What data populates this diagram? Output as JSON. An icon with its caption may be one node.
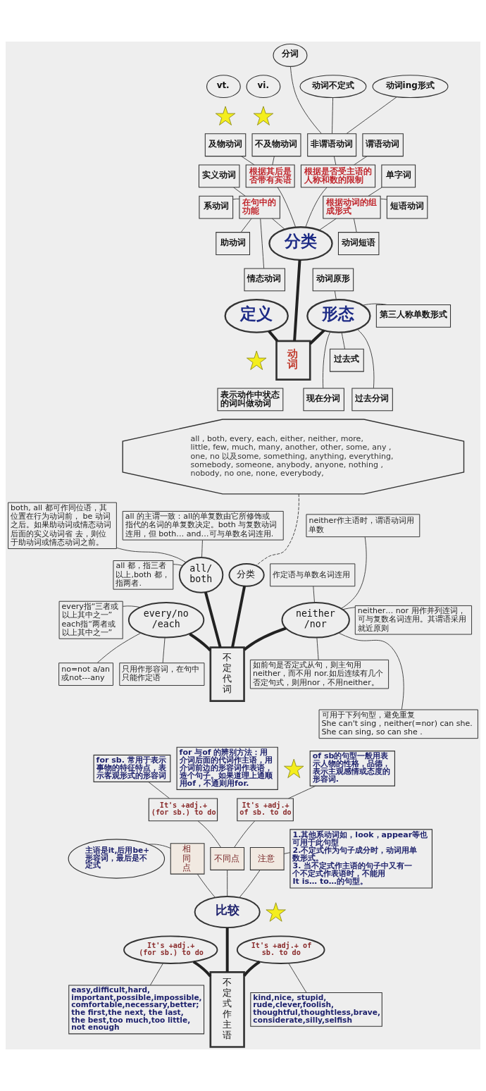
{
  "diagram": {
    "nodes": [
      {
        "text": [
          "分词"
        ]
      },
      {
        "text": [
          "动词不定式"
        ]
      },
      {
        "text": [
          "动词ing形式"
        ]
      },
      {
        "text": [
          "vt."
        ]
      },
      {
        "text": [
          "vi."
        ]
      },
      {
        "text": [],
        "shape": "star"
      },
      {
        "text": [],
        "shape": "star"
      },
      {
        "text": [
          "及物动词"
        ]
      },
      {
        "text": [
          "不及物动词"
        ]
      },
      {
        "text": [
          "非谓语动词"
        ]
      },
      {
        "text": [
          "谓语动词"
        ]
      },
      {
        "text": [
          "实义动词"
        ]
      },
      {
        "text": [
          "根据其后是否带有宾语"
        ]
      },
      {
        "text": [
          "根据是否受主语的人称和数的限制"
        ]
      },
      {
        "text": [
          "单字词"
        ]
      },
      {
        "text": [
          "系动词"
        ]
      },
      {
        "text": [
          "在句中的功能"
        ]
      },
      {
        "text": [
          "根据动词的组成形式"
        ]
      },
      {
        "text": [
          "短语动词"
        ]
      },
      {
        "text": [
          "助动词"
        ]
      },
      {
        "text": [
          "分类"
        ]
      },
      {
        "text": [
          "动词短语"
        ]
      },
      {
        "text": [
          "情态动词"
        ]
      },
      {
        "text": [
          "动词原形"
        ]
      },
      {
        "text": [
          "定义"
        ]
      },
      {
        "text": [
          "形态"
        ]
      },
      {
        "text": [
          "第三人称单数形式"
        ]
      },
      {
        "text": [],
        "shape": "star"
      },
      {
        "text": [
          "表示动作中状态的词叫做动词"
        ]
      },
      {
        "text": [
          "过去式"
        ]
      },
      {
        "text": [
          "现在分词"
        ]
      },
      {
        "text": [
          "过去分词"
        ]
      },
      {
        "text": [
          "动词"
        ]
      },
      {
        "text": [
          "all , both, every, each, either, neither, more, little, few, much, many, another, other, some, any , one, no 以及some, something, anything, everything, somebody, someone, anybody, anyone, nothing , nobody, no one, none, everybody,"
        ]
      },
      {
        "text": [
          "both, all 都可作同位语，其位置在行为动词前， be 动词之后。如果助动词或情态动词后面的实义动词省 去，则位于助动词或情态动词之前。"
        ]
      },
      {
        "text": [
          "all 的主谓一致：all的单复数由它所修饰或指代的名词的单复数决定。both 与复数动词连用，但 both… and…可与单数名词连用."
        ]
      },
      {
        "text": [
          "neither作主语时，谓语动词用单数"
        ]
      },
      {
        "text": [
          "all 都，指三者以上,both 都，指两者."
        ]
      },
      {
        "text": [
          "all/ both"
        ]
      },
      {
        "text": [
          "分类"
        ]
      },
      {
        "text": [
          "作定语与单数名词连用"
        ]
      },
      {
        "text": [
          "every指“三者或以上其中之一”",
          "each指“两者或以上其中之一”"
        ]
      },
      {
        "text": [
          "every/no /each"
        ]
      },
      {
        "text": [
          "neither /nor"
        ]
      },
      {
        "text": [
          "neither… nor 用作并列连词，可与复数名词连用。其谓语采用就近原则"
        ]
      },
      {
        "text": [
          "如前句是否定式从句，则主句用neither，而不用 nor.如后连续有几个否定句式，则用nor，不用neither。"
        ]
      },
      {
        "text": [
          "no=not a/an 或not---any"
        ]
      },
      {
        "text": [
          "只用作形容词，在句中只能作定语"
        ]
      },
      {
        "text": [
          "不定代词"
        ]
      },
      {
        "text": [
          "可用于下列句型，避免重复",
          "She can't sing，neither(=nor) can she.",
          "She can sing, so can she ."
        ]
      },
      {
        "text": [
          "for sb. 常用于表示事物的特征特点，表示客观形式的形容词"
        ]
      },
      {
        "text": [
          "for 与of 的辨别方法：用介词后面的代词作主语，用介词前边的形容词作表语，造个句子。如果道理上通顺用of，不通则用for."
        ]
      },
      {
        "text": [],
        "shape": "star"
      },
      {
        "text": [
          "of sb的句型一般用表示人物的性格，品德，表示主观感情或态度的形容词."
        ]
      },
      {
        "text": [
          "It's +adj.+ (for sb.) to do"
        ]
      },
      {
        "text": [
          "It's +adj.+ of sb. to do"
        ]
      },
      {
        "text": [
          "主语是it,后用be+形容词，最后是不定式"
        ]
      },
      {
        "text": [
          "相同点"
        ]
      },
      {
        "text": [
          "不同点"
        ]
      },
      {
        "text": [
          "注意"
        ]
      },
      {
        "text": [
          "1.其他系动词如，look，appear等也可用于此句型",
          "2.不定式作为句子成分时，动词用单数形式。",
          "3. 当不定式作主语的句子中又有一个不定式作表语时，不能用It is… to…的句型。"
        ]
      },
      {
        "text": [],
        "shape": "star"
      },
      {
        "text": [
          "比较"
        ]
      },
      {
        "text": [
          "It's +adj.+ (for sb.) to do"
        ]
      },
      {
        "text": [
          "It's +adj.+ of sb. to do"
        ]
      },
      {
        "text": [
          "easy,difficult,hard, important,possible,impossible, comfortable,necessary,better; the first,the next, the last, the best,too much,too little, not enough"
        ]
      },
      {
        "text": [
          "kind,nice, stupid, rude,clever,foolish, thoughtful,thoughtless,brave, considerate,silly,selfish"
        ]
      },
      {
        "text": [
          "不定式作主语"
        ]
      }
    ],
    "edges": [
      {
        "from": 0,
        "to": 9,
        "arrow": "none"
      },
      {
        "from": 1,
        "to": 9,
        "arrow": "none"
      },
      {
        "from": 2,
        "to": 9,
        "arrow": "none"
      },
      {
        "from": 7,
        "to": 12,
        "arrow": "none"
      },
      {
        "from": 8,
        "to": 12,
        "arrow": "none"
      },
      {
        "from": 9,
        "to": 13,
        "arrow": "none"
      },
      {
        "from": 10,
        "to": 13,
        "arrow": "none"
      },
      {
        "from": 11,
        "to": 16,
        "arrow": "none"
      },
      {
        "from": 15,
        "to": 16,
        "arrow": "none"
      },
      {
        "from": 16,
        "to": 19,
        "arrow": "none"
      },
      {
        "from": 16,
        "to": 22,
        "arrow": "none"
      },
      {
        "from": 14,
        "to": 17,
        "arrow": "none"
      },
      {
        "from": 17,
        "to": 18,
        "arrow": "none"
      },
      {
        "from": 17,
        "to": 21,
        "arrow": "none"
      },
      {
        "from": 12,
        "to": 20,
        "arrow": "none"
      },
      {
        "from": 13,
        "to": 20,
        "arrow": "none"
      },
      {
        "from": 16,
        "to": 20,
        "arrow": "none"
      },
      {
        "from": 17,
        "to": 20,
        "arrow": "none"
      },
      {
        "from": 20,
        "to": 32,
        "arrow": "none",
        "style": "thick"
      },
      {
        "from": 24,
        "to": 32,
        "arrow": "none",
        "style": "thick"
      },
      {
        "from": 25,
        "to": 32,
        "arrow": "none",
        "style": "thick"
      },
      {
        "from": 23,
        "to": 25,
        "arrow": "none"
      },
      {
        "from": 25,
        "to": 26,
        "arrow": "none"
      },
      {
        "from": 25,
        "to": 29,
        "arrow": "none"
      },
      {
        "from": 25,
        "to": 30,
        "arrow": "none"
      },
      {
        "from": 25,
        "to": 31,
        "arrow": "none"
      },
      {
        "from": 33,
        "to": 39,
        "arrow": "none",
        "style": "dashed"
      },
      {
        "from": 34,
        "to": 38,
        "arrow": "none"
      },
      {
        "from": 35,
        "to": 38,
        "arrow": "none"
      },
      {
        "from": 37,
        "to": 38,
        "arrow": "none"
      },
      {
        "from": 36,
        "to": 43,
        "arrow": "none"
      },
      {
        "from": 40,
        "to": 43,
        "arrow": "none"
      },
      {
        "from": 43,
        "to": 44,
        "arrow": "none"
      },
      {
        "from": 43,
        "to": 45,
        "arrow": "none"
      },
      {
        "from": 43,
        "to": 49,
        "arrow": "none"
      },
      {
        "from": 41,
        "to": 42,
        "arrow": "none"
      },
      {
        "from": 42,
        "to": 46,
        "arrow": "none"
      },
      {
        "from": 42,
        "to": 47,
        "arrow": "none"
      },
      {
        "from": 38,
        "to": 48,
        "arrow": "none",
        "style": "thick"
      },
      {
        "from": 39,
        "to": 48,
        "arrow": "none",
        "style": "thick"
      },
      {
        "from": 42,
        "to": 48,
        "arrow": "none",
        "style": "thick"
      },
      {
        "from": 43,
        "to": 48,
        "arrow": "none",
        "style": "thick"
      },
      {
        "from": 50,
        "to": 54,
        "arrow": "none"
      },
      {
        "from": 53,
        "to": 55,
        "arrow": "none"
      },
      {
        "from": 54,
        "to": 58,
        "arrow": "none"
      },
      {
        "from": 55,
        "to": 58,
        "arrow": "none"
      },
      {
        "from": 58,
        "to": 62,
        "arrow": "none"
      },
      {
        "from": 56,
        "to": 57,
        "arrow": "none"
      },
      {
        "from": 57,
        "to": 62,
        "arrow": "none"
      },
      {
        "from": 59,
        "to": 62,
        "arrow": "none"
      },
      {
        "from": 59,
        "to": 60,
        "arrow": "none"
      },
      {
        "from": 62,
        "to": 67,
        "arrow": "none",
        "style": "thick"
      },
      {
        "from": 63,
        "to": 67,
        "arrow": "none",
        "style": "thick"
      },
      {
        "from": 64,
        "to": 67,
        "arrow": "none",
        "style": "thick"
      },
      {
        "from": 63,
        "to": 65,
        "arrow": "none"
      },
      {
        "from": 64,
        "to": 66,
        "arrow": "none"
      }
    ]
  }
}
